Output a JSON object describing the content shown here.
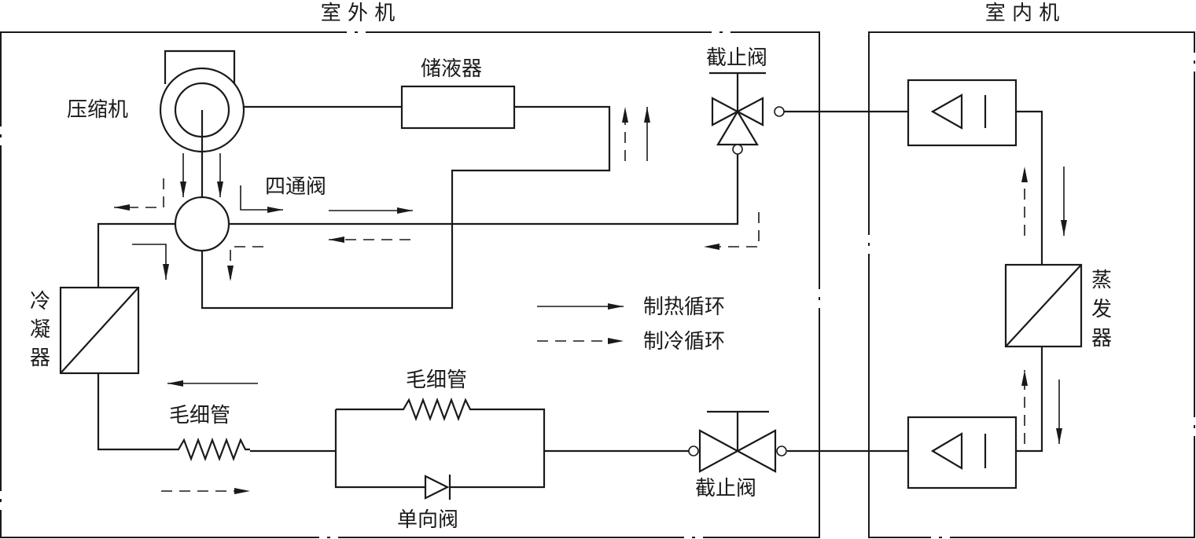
{
  "labels": {
    "outdoor_unit": "室 外 机",
    "indoor_unit": "室 内 机",
    "compressor": "压缩机",
    "accumulator": "储液器",
    "four_way_valve": "四通阀",
    "stop_valve_top": "截止阀",
    "stop_valve_bottom": "截止阀",
    "condenser": [
      "冷",
      "凝",
      "器"
    ],
    "evaporator": [
      "蒸",
      "发",
      "器"
    ],
    "capillary_left": "毛细管",
    "capillary_top": "毛细管",
    "check_valve": "单向阀"
  },
  "legend": {
    "heating": "制热循环",
    "cooling": "制冷循环"
  }
}
